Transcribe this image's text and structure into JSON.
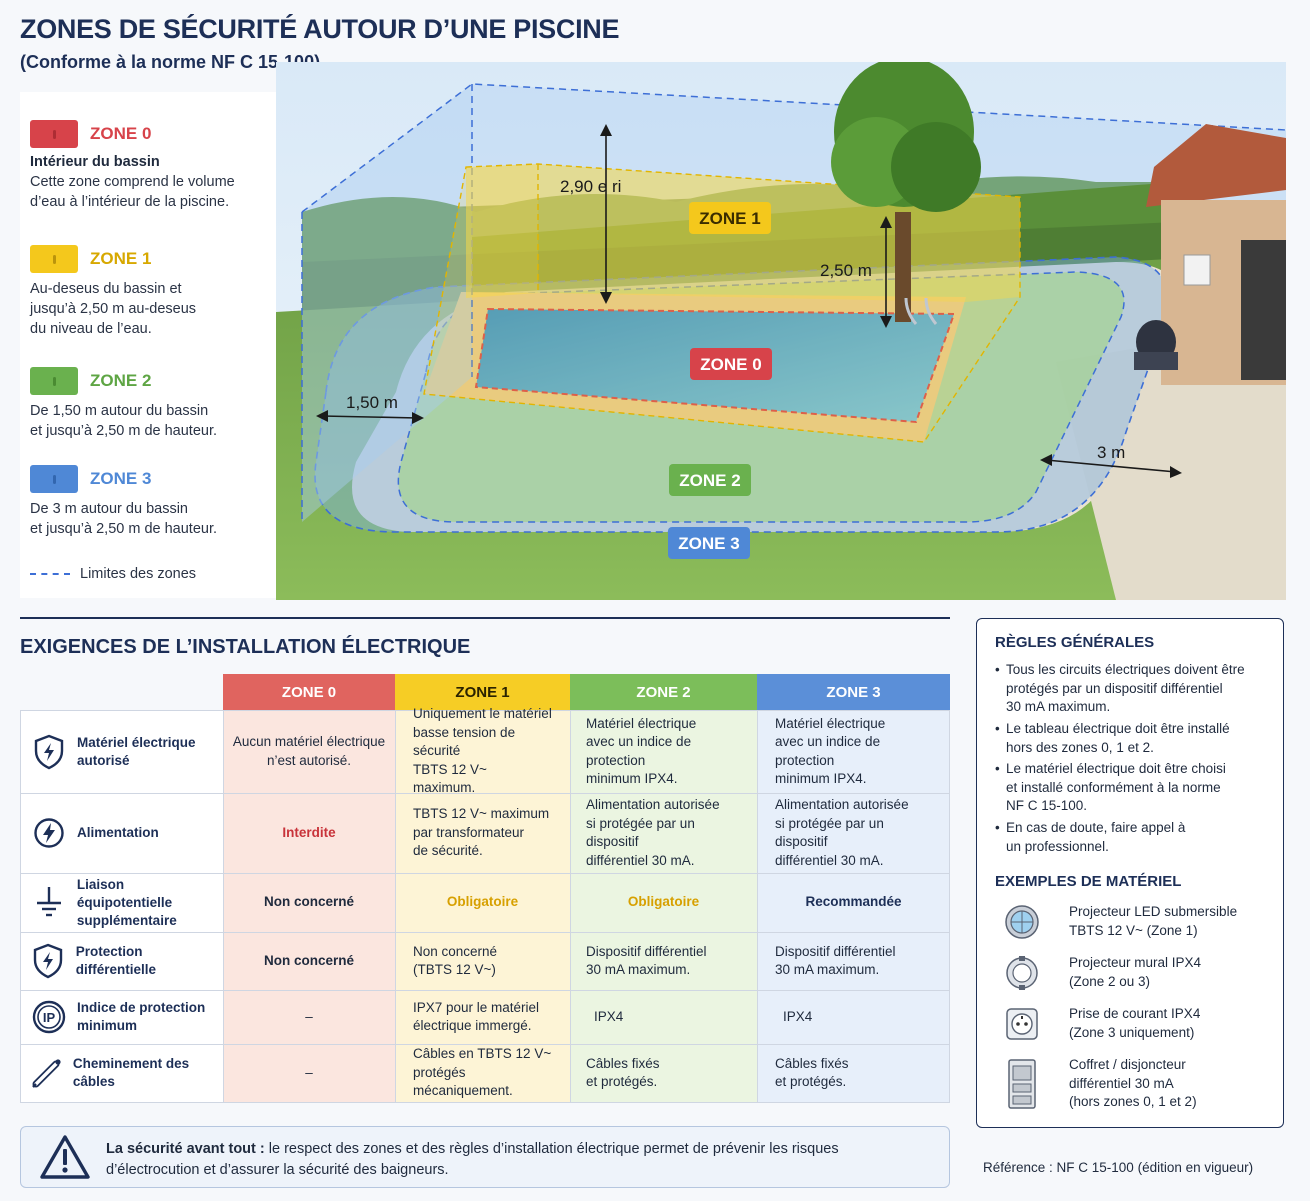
{
  "header": {
    "title": "ZONES DE SÉCURITÉ AUTOUR D’UNE PISCINE",
    "subtitle": "(Conforme à la norme NF C 15-100)"
  },
  "colors": {
    "zone0": "#d7434a",
    "zone1": "#f4c81c",
    "zone2": "#6ab14e",
    "zone3": "#4f88d6",
    "navy": "#1d2f57"
  },
  "legend": {
    "zones": [
      {
        "name": "ZONE 0",
        "subtitle": "Intérieur du bassin",
        "description": "Cette zone comprend le volume\nd’eau à l’intérieur de la piscine."
      },
      {
        "name": "ZONE 1",
        "subtitle": "",
        "description": "Au-desеus du bassin et\njusqu’à 2,50 m au-deseus\ndu niveau de l’eau."
      },
      {
        "name": "ZONE 2",
        "subtitle": "",
        "description": "De 1,50 m autour du bassin\net jusqu’à 2,50 m de hauteur."
      },
      {
        "name": "ZONE 3",
        "subtitle": "",
        "description": "De 3 m autour du bassin\net jusqu’à 2,50 m de hauteur."
      }
    ],
    "limits_label": "Limites des zones"
  },
  "scene": {
    "labels": {
      "zone0": "ZONE 0",
      "zone1": "ZONE 1",
      "zone2": "ZONE 2",
      "zone3": "ZONE 3"
    },
    "dimensions": {
      "height_top": "2,90 e ri",
      "height_side": "2,50 m",
      "dist_zone2": "1,50 m",
      "dist_zone3": "3 m"
    }
  },
  "requirements": {
    "title": "EXIGENCES DE L’INSTALLATION ÉLECTRIQUE",
    "columns": [
      "ZONE 0",
      "ZONE 1",
      "ZONE 2",
      "ZONE 3"
    ],
    "rows": [
      {
        "icon": "shield-bolt-icon",
        "label": "Matériel électrique\nautorisé",
        "cells": [
          "Aucun matériel électrique\nn’est autorisé.",
          "Uniquement le matériel\nbasse tension de sécurité\nTBTS 12 V~ maximum.",
          "Matériel électrique\navec un indice de protection\nminimum IPX4.",
          "Matériel électrique\navec un indice de protection\nminimum IPX4."
        ]
      },
      {
        "icon": "bolt-circle-icon",
        "label": "Alimentation",
        "cells": [
          "Interdite",
          "TBTS 12 V~ maximum\npar transformateur\nde sécurité.",
          "Alimentation autorisée\nsi protégée par un dispositif\ndifférentiel 30 mA.",
          "Alimentation autorisée\nsi protégée par un dispositif\ndifférentiel 30 mA."
        ]
      },
      {
        "icon": "ground-icon",
        "label": "Liaison équipotentielle\nsupplémentaire",
        "cells": [
          "Non concerné",
          "Obligatoire",
          "Obligatoire",
          "Recommandée"
        ]
      },
      {
        "icon": "shield-bolt-icon",
        "label": "Protection différentielle",
        "cells": [
          "Non concerné",
          "Non concerné\n(TBTS 12 V~)",
          "Dispositif différentiel\n30 mA maximum.",
          "Dispositif différentiel\n30 mA maximum."
        ]
      },
      {
        "icon": "ip-rating-icon",
        "label": "Indice de protection\nminimum",
        "cells": [
          "–",
          "IPX7 pour le matériel\nélectrique immergé.",
          "IPX4",
          "IPX4"
        ]
      },
      {
        "icon": "cable-icon",
        "label": "Cheminement des câbles",
        "cells": [
          "–",
          "Câbles en TBTS 12 V~\nprotégés mécaniquement.",
          "Câbles fixés\net protégés.",
          "Câbles fixés\net protégés."
        ]
      }
    ]
  },
  "rules": {
    "title": "RÈGLES GÉNÉRALES",
    "items": [
      "Tous les circuits électriques doivent être\nprotégés par un dispositif différentiel\n30 mA maximum.",
      "Le tableau électrique doit être installé\nhors des zones 0, 1 et 2.",
      "Le matériel électrique doit être choisi\net installé conformément à la norme\nNF C 15-100.",
      "En cas de doute, faire appel à\nun professionnel."
    ],
    "examples_title": "EXEMPLES DE MATÉRIEL",
    "examples": [
      {
        "icon": "underwater-light-icon",
        "text": "Projecteur LED submersible\nTBTS 12 V~ (Zone 1)"
      },
      {
        "icon": "wall-light-icon",
        "text": "Projecteur mural IPX4\n(Zone 2 ou 3)"
      },
      {
        "icon": "socket-icon",
        "text": "Prise de courant IPX4\n(Zone 3 uniquement)"
      },
      {
        "icon": "breaker-box-icon",
        "text": "Coffret / disjoncteur\ndifférentiel 30 mA\n(hors zones 0, 1 et 2)"
      }
    ]
  },
  "safety": {
    "bold": "La sécurité avant tout :",
    "text": " le respect des zones et des règles d’installation électrique permet de prévenir les risques d’électrocution et d’assurer la sécurité des baigneurs."
  },
  "reference": "Référence : NF C 15-100 (édition en vigueur)"
}
